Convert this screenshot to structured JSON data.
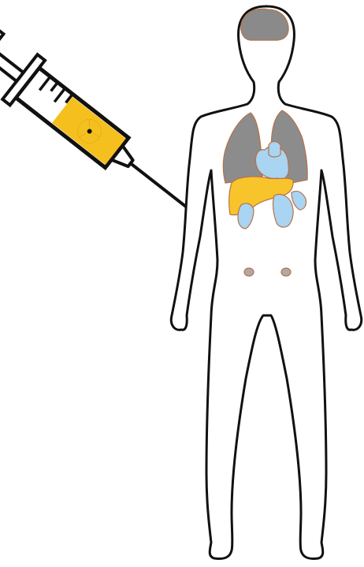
{
  "diagram": {
    "syringe": {
      "label_color": "#F5C01E",
      "icon": "radiation-trefoil-icon"
    },
    "body": {
      "outline_color": "#111111",
      "organs": [
        {
          "name": "brain",
          "color": "#8A8A8A"
        },
        {
          "name": "lungs",
          "color": "#8C8C8C"
        },
        {
          "name": "heart",
          "color": "#A9D4F2"
        },
        {
          "name": "liver",
          "color": "#F8C42C"
        },
        {
          "name": "stomach",
          "color": "#A9D4F2"
        },
        {
          "name": "kidneys",
          "color": "#AFA9A6"
        }
      ]
    }
  }
}
